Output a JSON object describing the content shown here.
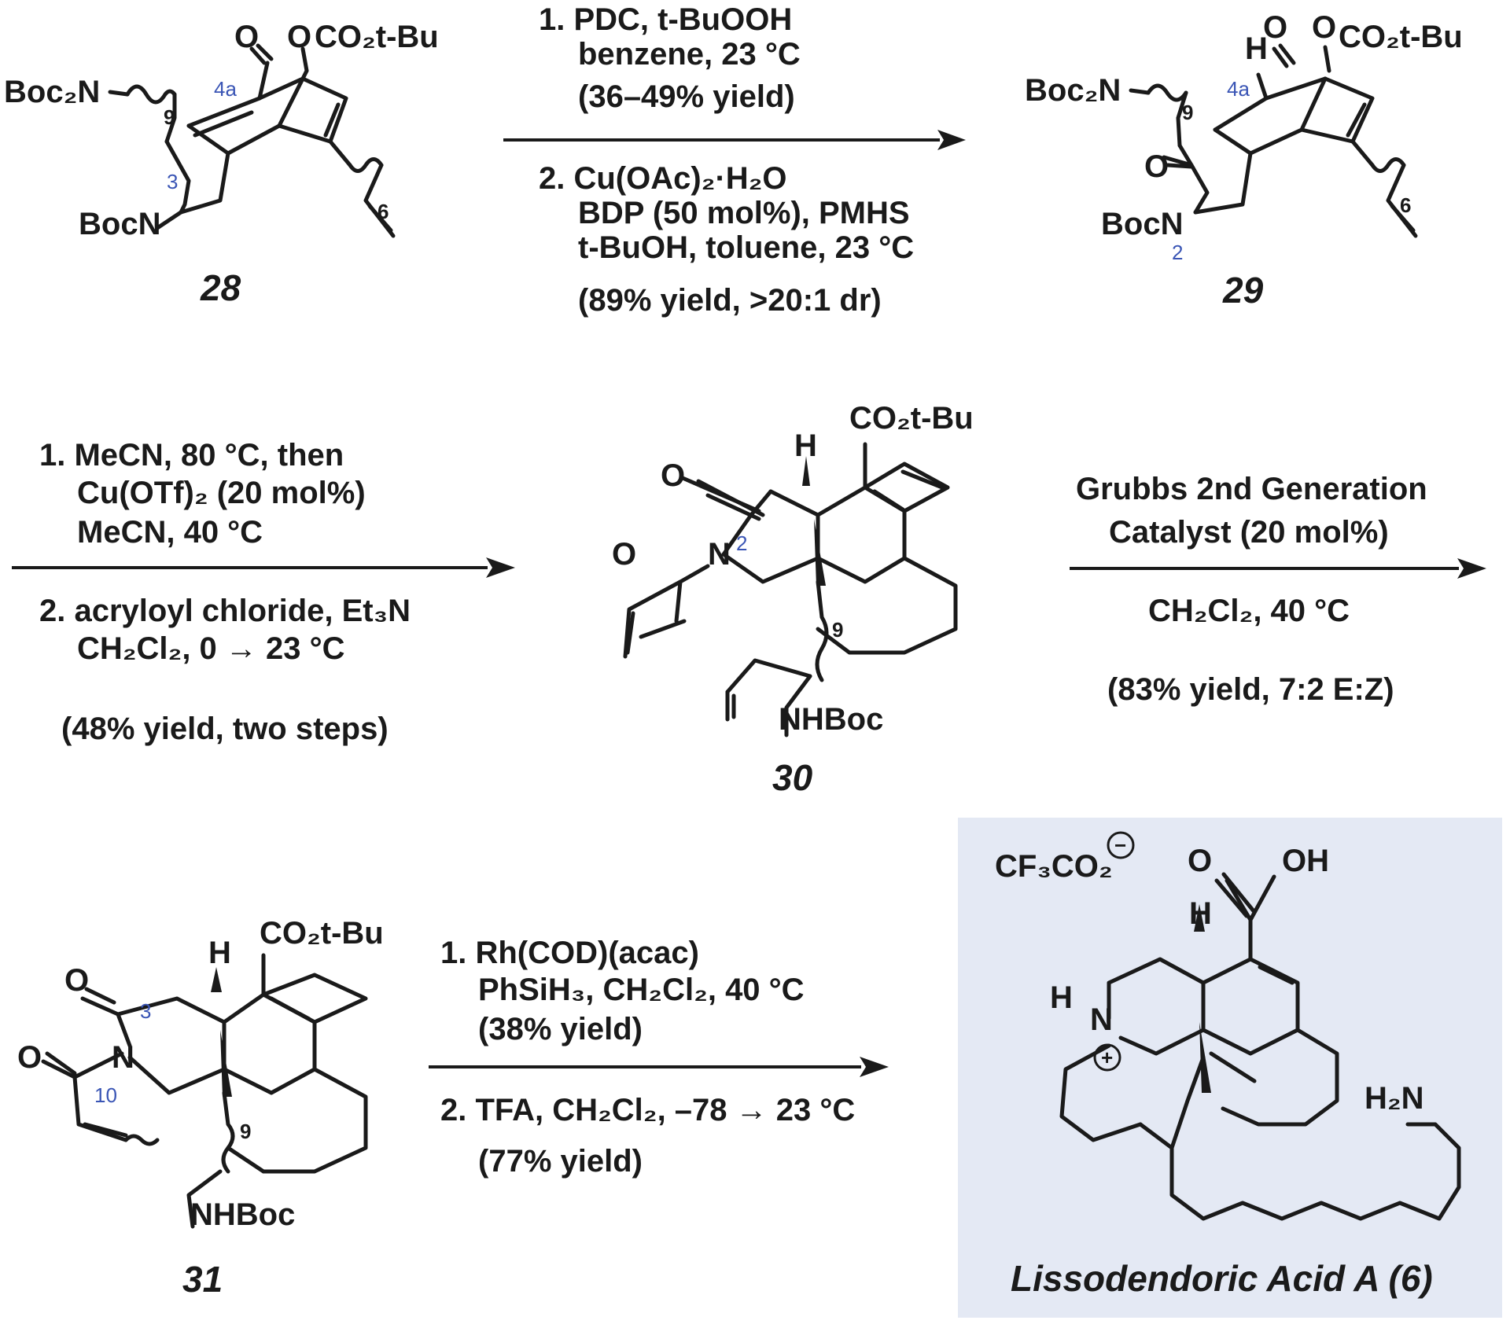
{
  "colors": {
    "ink": "#1a1a1a",
    "locant": "#3a55b5",
    "product_box": "#e4e9f4"
  },
  "compounds": {
    "c28": {
      "number": "28",
      "labels": {
        "boc2n": "Boc₂N",
        "bocn": "BocN",
        "o1": "O",
        "o2": "O",
        "co2tbu": "CO₂t‑Bu",
        "n9": "9",
        "n6": "6"
      },
      "locants": {
        "l4a": "4a",
        "l3": "3"
      }
    },
    "c29": {
      "number": "29",
      "labels": {
        "boc2n": "Boc₂N",
        "bocn": "BocN",
        "h": "H",
        "o1": "O",
        "o2": "O",
        "o3": "O",
        "co2tbu": "CO₂t‑Bu",
        "n9": "9",
        "n6": "6"
      },
      "locants": {
        "l4a": "4a",
        "l2": "2"
      }
    },
    "c30": {
      "number": "30",
      "labels": {
        "co2tbu": "CO₂t‑Bu",
        "h": "H",
        "o1": "O",
        "o2": "O",
        "n": "N",
        "n9": "9",
        "nhboc": "NHBoc"
      },
      "locants": {
        "l2": "2"
      }
    },
    "c31": {
      "number": "31",
      "labels": {
        "co2tbu": "CO₂t‑Bu",
        "h": "H",
        "o1": "O",
        "o2": "O",
        "n": "N",
        "n9": "9",
        "nhboc": "NHBoc"
      },
      "locants": {
        "l3": "3",
        "l10": "10"
      }
    },
    "product": {
      "name": "Lissodendoric Acid A (6)",
      "labels": {
        "counterion": "CF₃CO₂",
        "o": "O",
        "oh": "OH",
        "h": "H",
        "hn": "H",
        "n": "N",
        "plus": "+",
        "minus": "−",
        "h2n": "H₂N"
      }
    }
  },
  "steps": {
    "step1": {
      "above": [
        "1. PDC, t‑BuOOH",
        "benzene, 23 °C",
        "(36–49% yield)"
      ],
      "below": [
        "2. Cu(OAc)₂·H₂O",
        "BDP (50 mol%), PMHS",
        "t‑BuOH, toluene, 23 °C",
        "(89% yield, >20:1 dr)"
      ]
    },
    "step2": {
      "above": [
        "1. MeCN, 80 °C, then",
        "Cu(OTf)₂ (20 mol%)",
        "MeCN, 40 °C"
      ],
      "below": [
        "2. acryloyl chloride, Et₃N",
        "CH₂Cl₂, 0 → 23 °C",
        "(48% yield, two steps)"
      ]
    },
    "step3": {
      "above": [
        "Grubbs 2nd Generation",
        "Catalyst (20 mol%)"
      ],
      "below": [
        "CH₂Cl₂, 40 °C",
        "(83% yield, 7:2 E:Z)"
      ]
    },
    "step4": {
      "above": [
        "1. Rh(COD)(acac)",
        "PhSiH₃, CH₂Cl₂, 40 °C",
        "(38% yield)"
      ],
      "below": [
        "2. TFA, CH₂Cl₂, –78 → 23 °C",
        "(77% yield)"
      ]
    }
  }
}
